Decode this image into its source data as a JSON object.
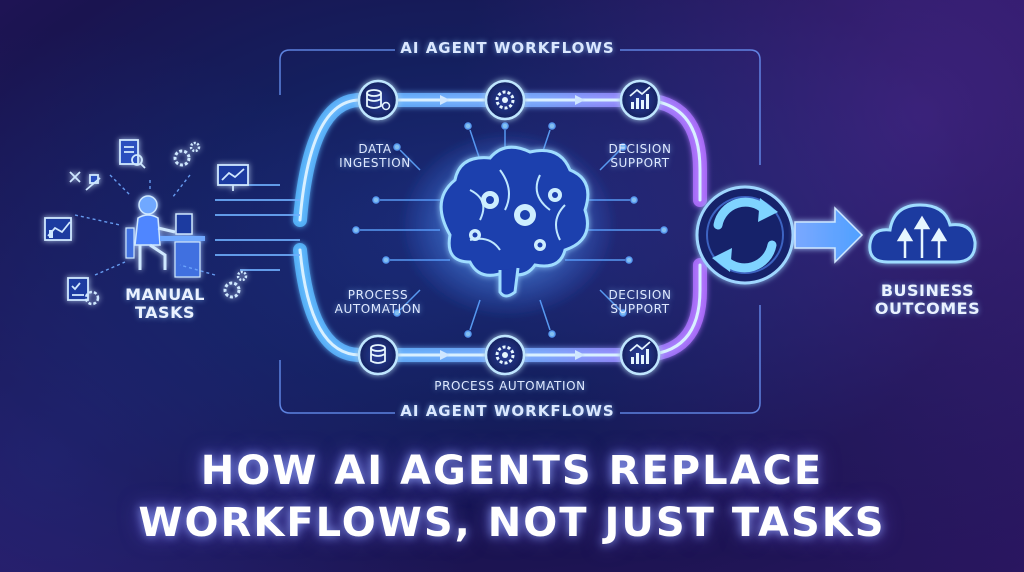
{
  "labels": {
    "workflows_top": "AI AGENT WORKFLOWS",
    "workflows_bottom": "AI AGENT WORKFLOWS",
    "process_automation_bottom": "PROCESS AUTOMATION",
    "data_ingestion_1": "DATA",
    "data_ingestion_2": "INGESTION",
    "decision_support_top_1": "DECISION",
    "decision_support_top_2": "SUPPORT",
    "process_automation_1": "PROCESS",
    "process_automation_2": "AUTOMATION",
    "decision_support_bottom_1": "DECISION",
    "decision_support_bottom_2": "SUPPORT",
    "manual_tasks_1": "MANUAL",
    "manual_tasks_2": "TASKS",
    "business_outcomes_1": "BUSINESS",
    "business_outcomes_2": "OUTCOMES"
  },
  "title": {
    "line1": "HOW AI AGENTS REPLACE",
    "line2": "WORKFLOWS, NOT JUST TASKS"
  },
  "icons": [
    "database-icon",
    "gear-icon",
    "chart-icon",
    "brain-icon",
    "cycle-arrows-icon",
    "cloud-upload-icon",
    "person-at-desk-icon",
    "document-search-icon",
    "monitor-icon"
  ],
  "colors": {
    "accent_cyan": "#7fd3ff",
    "accent_violet": "#a46bff",
    "glow": "#4fa8ff"
  }
}
